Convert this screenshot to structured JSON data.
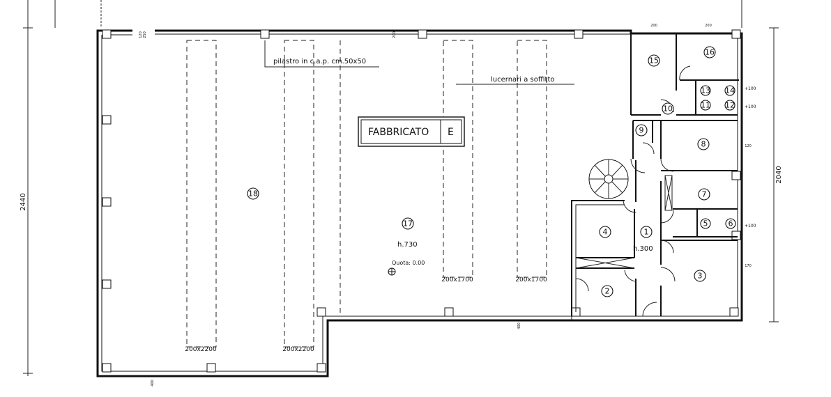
{
  "building": {
    "title": "FABBRICATO",
    "title_suffix": "E"
  },
  "annotations": {
    "pillar": "pilastro in c.a.p. cm.50x50",
    "skylights": "lucernari a soffitto",
    "main_height": "h.730",
    "office_height": "h.300",
    "level": "Quota: 0.00",
    "elev_mark": "+100"
  },
  "dimensions": {
    "overall_height_left": "2440",
    "office_height_right": "2040",
    "small_marks": [
      "120",
      "250",
      "200",
      "400",
      "400",
      "200",
      "200",
      "170",
      "120"
    ]
  },
  "skylights": [
    {
      "label": "200x2200"
    },
    {
      "label": "200x2200"
    },
    {
      "label": "200x1700"
    },
    {
      "label": "200x1700"
    }
  ],
  "rooms": [
    {
      "num": "1"
    },
    {
      "num": "2"
    },
    {
      "num": "3"
    },
    {
      "num": "4"
    },
    {
      "num": "5"
    },
    {
      "num": "6"
    },
    {
      "num": "7"
    },
    {
      "num": "8"
    },
    {
      "num": "9"
    },
    {
      "num": "10"
    },
    {
      "num": "11"
    },
    {
      "num": "12"
    },
    {
      "num": "13"
    },
    {
      "num": "14"
    },
    {
      "num": "15"
    },
    {
      "num": "16"
    },
    {
      "num": "17"
    },
    {
      "num": "18"
    }
  ]
}
